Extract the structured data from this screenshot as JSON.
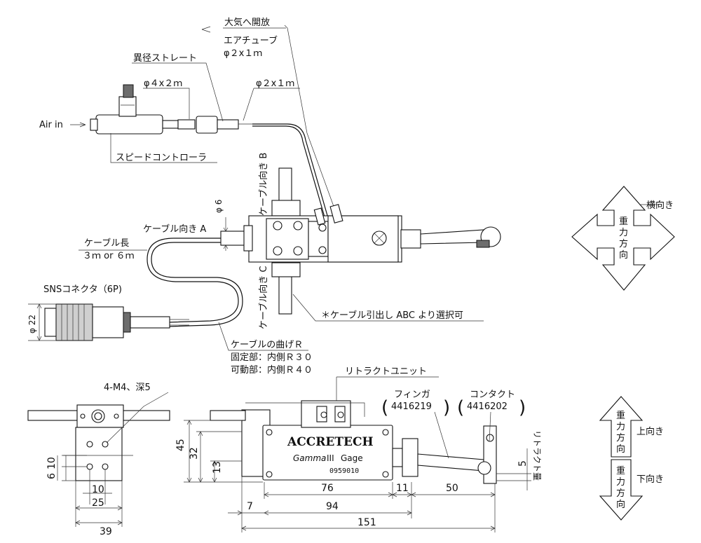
{
  "labels": {
    "atmosphere": "大気へ開放",
    "air_tube": "エアチューブ",
    "air_tube_size": "φ２x１ｍ",
    "reducer_straight": "異径ストレート",
    "tube_phi4": "φ４x２ｍ",
    "tube_phi2": "φ２x１ｍ",
    "air_in": "Air in",
    "speed_controller": "スピードコントローラ",
    "cable_dir_b": "ケーブル向き B",
    "cable_dir_a": "ケーブル向き A",
    "cable_dir_c": "ケーブル向き C",
    "phi6": "φ 6",
    "cable_length_title": "ケーブル長",
    "cable_length_value": "３ｍ or ６ｍ",
    "sns_connector": "SNSコネクタ（6P)",
    "phi22": "φ 22",
    "cable_select_note": "＊ケーブル引出し ABC より選択可",
    "cable_bend_title": "ケーブルの曲げＲ",
    "cable_bend_fixed": "固定部：内側Ｒ３０",
    "cable_bend_moving": "可動部：内側Ｒ４０",
    "retract_unit": "リトラクトユニット",
    "finger": "フィンガ",
    "finger_no": "4416219",
    "contact": "コンタクト",
    "contact_no": "4416202",
    "thread": "4-M4、深5",
    "retract_amount": "リトラクト量",
    "brand": "ACCRETECH",
    "model_logo": "Gamma",
    "model_roman": "III",
    "model_gage": "Gage",
    "serial": "0959010"
  },
  "dimensions": {
    "d45": "45",
    "d32": "32",
    "d13": "13",
    "d6": "6",
    "d10a": "10",
    "d10b": "10",
    "d25": "25",
    "d39": "39",
    "d76": "76",
    "d11": "11",
    "d50": "50",
    "d94": "94",
    "d7": "7",
    "d151": "151",
    "d5": "5"
  },
  "legend": {
    "gravity": "重力方向",
    "horizontal": "横向き",
    "upward": "上向き",
    "downward": "下向き"
  }
}
